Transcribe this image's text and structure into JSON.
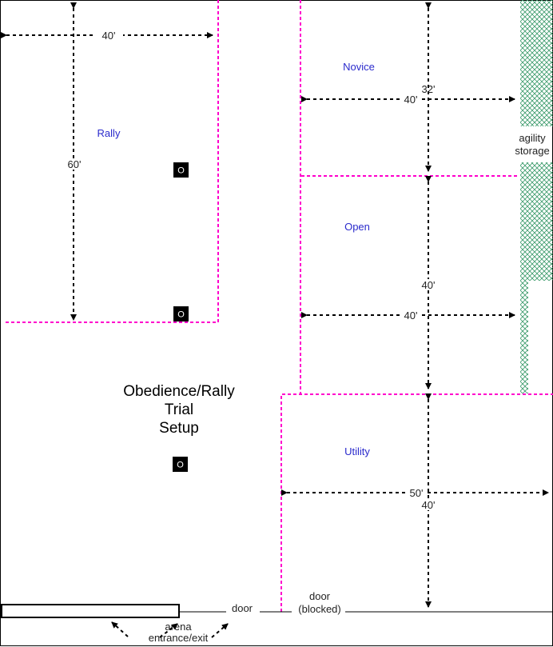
{
  "title": [
    "Obedience/Rally",
    "Trial",
    "Setup"
  ],
  "rings": {
    "rally": "Rally",
    "novice": "Novice",
    "open": "Open",
    "utility": "Utility"
  },
  "dimensions": {
    "rally_width": "40'",
    "rally_length": "60'",
    "novice_width": "40'",
    "novice_length": "32'",
    "open_width": "40'",
    "open_length": "40'",
    "utility_width": "50'",
    "utility_length": "40'"
  },
  "markers": [
    "O",
    "O",
    "O"
  ],
  "labels": {
    "agility_storage": [
      "agility",
      "storage"
    ],
    "door": "door",
    "door_blocked": [
      "door",
      "(blocked)"
    ],
    "arena_entrance": [
      "arena",
      "entrance/exit"
    ]
  },
  "colors": {
    "ring_border": "#ff00cc",
    "ring_label": "#2a2acc",
    "hatch": "#3a9a6a"
  }
}
